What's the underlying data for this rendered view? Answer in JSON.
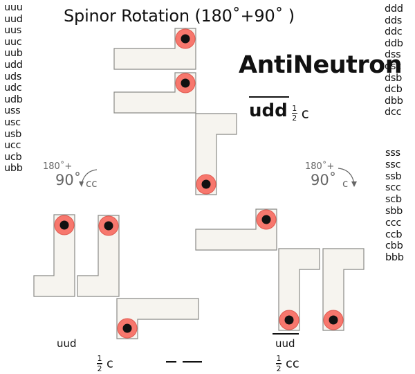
{
  "title": "Spinor Rotation (180˚+90˚  )",
  "particle_name": "AntiNeutron",
  "formula": {
    "quarks": "udd",
    "frac_num": "1",
    "frac_den": "2",
    "spin": "c"
  },
  "left_quark_list": [
    "uuu",
    "uud",
    "uus",
    "uuc",
    "uub",
    "udd",
    "uds",
    "udc",
    "udb",
    "uss",
    "usc",
    "usb",
    "ucc",
    "ucb",
    "ubb"
  ],
  "right_quark_list_a": [
    "ddd",
    "dds",
    "ddc",
    "ddb",
    "dss",
    "dsc",
    "dsb",
    "dcb",
    "dbb",
    "dcc"
  ],
  "right_quark_list_b": [
    "sss",
    "ssc",
    "ssb",
    "scc",
    "scb",
    "sbb",
    "ccc",
    "ccb",
    "cbb",
    "bbb"
  ],
  "rotation_left": {
    "first": "180˚+",
    "second": "90˚",
    "direction": "cc"
  },
  "rotation_right": {
    "first": "180˚+",
    "second": "90˚",
    "direction": "c"
  },
  "bottom_left": {
    "quarks": "uud",
    "frac_num": "1",
    "frac_den": "2",
    "spin": "c"
  },
  "bottom_right": {
    "quarks": "uud",
    "frac_num": "1",
    "frac_den": "2",
    "spin": "cc"
  },
  "colors": {
    "block_fill": "#f6f4ef",
    "block_stroke": "#8a8a86",
    "marker_outer": "#f7776d",
    "marker_ring": "#e05a50",
    "marker_inner": "#111111",
    "rotation_text": "#666666"
  },
  "blocks": [
    {
      "id": "top-1",
      "orientation": "corner-top-right",
      "marker": "top-right"
    },
    {
      "id": "top-2",
      "orientation": "corner-top-right",
      "marker": "top-right"
    },
    {
      "id": "top-3",
      "orientation": "corner-top-left",
      "marker": "bottom-left"
    },
    {
      "id": "bl-1",
      "orientation": "corner-bottom-left",
      "marker": "top-right"
    },
    {
      "id": "bl-2",
      "orientation": "corner-bottom-left",
      "marker": "top-right"
    },
    {
      "id": "bl-3",
      "orientation": "corner-top-left",
      "marker": "bottom-left"
    },
    {
      "id": "br-1",
      "orientation": "corner-top-right",
      "marker": "top-right"
    },
    {
      "id": "br-2",
      "orientation": "corner-top-left",
      "marker": "bottom-left"
    },
    {
      "id": "br-3",
      "orientation": "corner-top-left",
      "marker": "bottom-left"
    }
  ]
}
